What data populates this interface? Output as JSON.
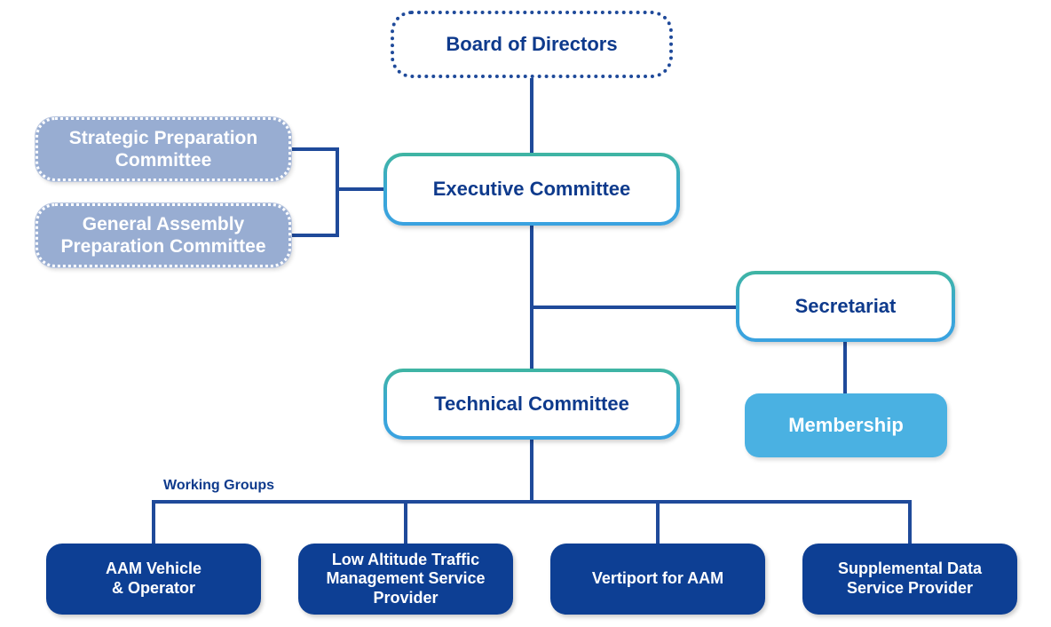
{
  "board": {
    "label": "Board of Directors"
  },
  "executive": {
    "label": "Executive Committee"
  },
  "side_committees": [
    {
      "label": "Strategic Preparation\nCommittee"
    },
    {
      "label": "General Assembly\nPreparation Committee"
    }
  ],
  "secretariat": {
    "label": "Secretariat"
  },
  "membership": {
    "label": "Membership"
  },
  "technical": {
    "label": "Technical Committee"
  },
  "working_groups_label": "Working Groups",
  "working_groups": [
    {
      "label": "AAM Vehicle\n& Operator"
    },
    {
      "label": "Low Altitude Traffic\nManagement Service\nProvider"
    },
    {
      "label": "Vertiport for AAM"
    },
    {
      "label": "Supplemental Data\nService Provider"
    }
  ],
  "colors": {
    "line": "#1f4a9a",
    "text_dark": "#0e3a8c",
    "wg_fill": "#0d3f94",
    "membership_fill": "#4ab1e2",
    "prep_fill": "#98add2"
  }
}
